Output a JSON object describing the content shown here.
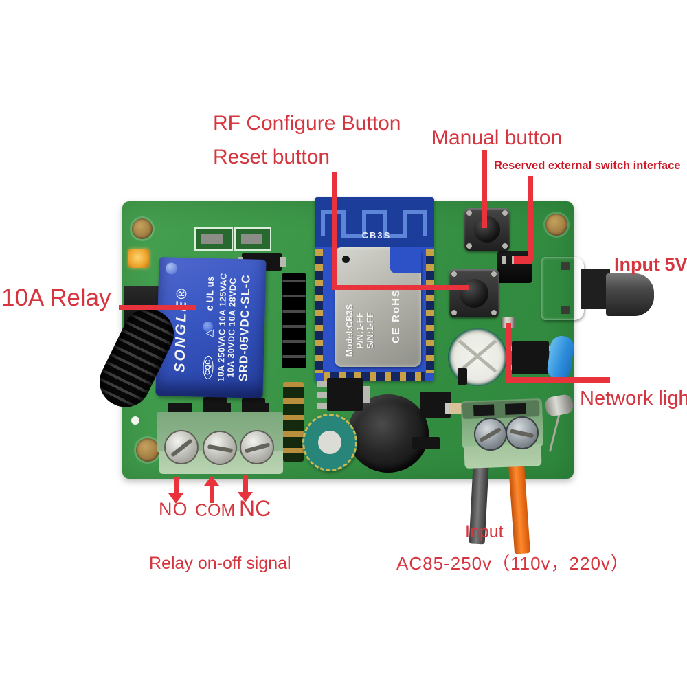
{
  "annotations": {
    "rf_configure_button": "RF Configure Button",
    "reset_button": "Reset button",
    "manual_button": "Manual button",
    "reserved_interface": "Reserved external switch interface",
    "input_5v": "Input 5V",
    "relay_10a": "10A Relay",
    "network_light": "Network light",
    "terminal_no": "NO",
    "terminal_com": "COM",
    "terminal_nc": "NC",
    "relay_signal": "Relay on-off signal",
    "ac_input_title": "Input",
    "ac_input_range": "AC85-250v（110v，220v）"
  },
  "board": {
    "wifi_module": {
      "antenna_label": "CB3S",
      "shield_model": "Model:CB3S",
      "shield_pn": "P/N:1-FF",
      "shield_sn": "S/N:1-FF",
      "shield_cert": "CE  RoHS"
    },
    "relay": {
      "brand": "SONGLE®",
      "ul_mark": "c UL us",
      "vde_mark": "△",
      "cqc_mark": "CQC",
      "ratings_line1": "10A 250VAC  10A 125VAC",
      "ratings_line2": "10A 30VDC    10A 28VDC",
      "model": "SRD-05VDC-SL-C"
    }
  },
  "colors": {
    "annotation_red": "#d5353e",
    "line_red": "#e8323c",
    "pcb_green": "#3b9648",
    "relay_blue": "#3a57c0",
    "module_blue": "#2d52c8",
    "antenna_navy": "#1c3e9a",
    "terminal_green": "#8db48b",
    "wire_orange": "#f06a12",
    "wire_gray": "#5a5a5a"
  }
}
